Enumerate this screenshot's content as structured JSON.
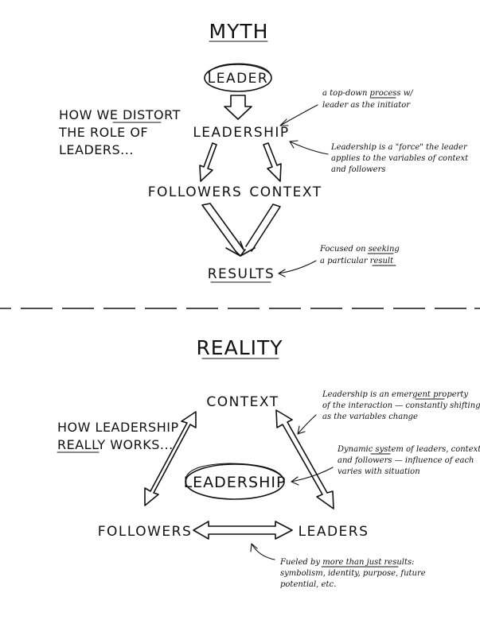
{
  "myth": {
    "title": "MYTH",
    "side_label": {
      "line1": "HOW WE DISTORT",
      "line2": "THE ROLE OF",
      "line3": "LEADERS..."
    },
    "nodes": {
      "leader": "LEADER",
      "leadership": "LEADERSHIP",
      "followers": "FOLLOWERS",
      "context": "CONTEXT",
      "results": "RESULTS"
    },
    "notes": {
      "top_down": {
        "line1": "a top-down process w/",
        "line2": "leader as the initiator"
      },
      "force": {
        "line1": "Leadership is a \"force\" the leader",
        "line2": "applies to the variables of context",
        "line3": "and followers"
      },
      "focused": {
        "line1": "Focused on seeking",
        "line2": "a particular result"
      }
    }
  },
  "reality": {
    "title": "REALITY",
    "side_label": {
      "line1": "HOW LEADERSHIP",
      "line2": "REALLY WORKS..."
    },
    "nodes": {
      "context": "CONTEXT",
      "leadership": "LEADERSHIP",
      "followers": "FOLLOWERS",
      "leaders": "LEADERS"
    },
    "notes": {
      "emergent": {
        "line1": "Leadership is an emergent property",
        "line2": "of the interaction — constantly shifting",
        "line3": "as the variables change"
      },
      "system": {
        "line1": "Dynamic system of leaders, context,",
        "line2": "and followers — influence of each",
        "line3": "varies with situation"
      },
      "fueled": {
        "line1": "Fueled by more than just results:",
        "line2": "symbolism, identity, purpose, future",
        "line3": "potential, etc."
      }
    }
  }
}
